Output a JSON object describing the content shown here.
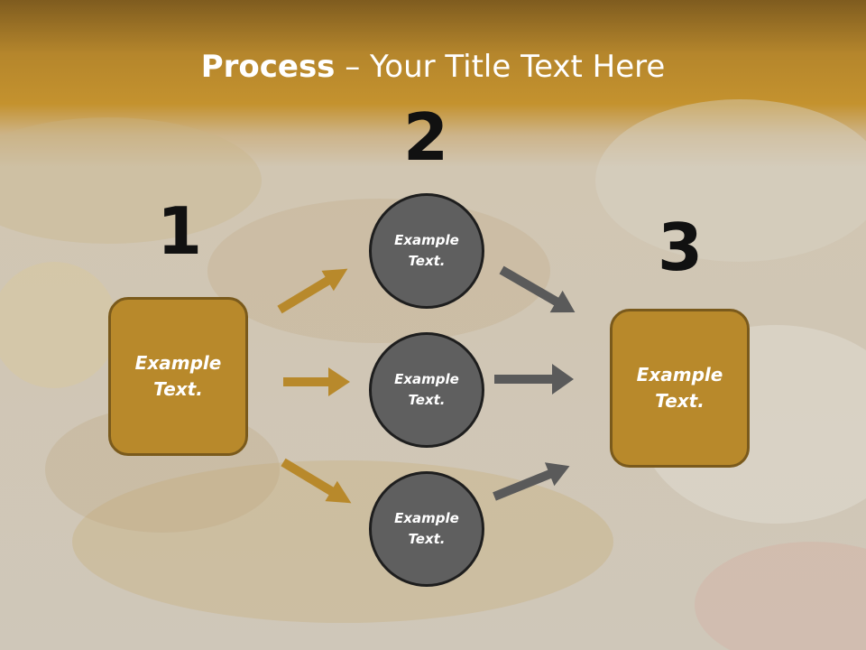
{
  "title": {
    "bold": "Process",
    "rest": " – Your Title Text Here"
  },
  "steps": {
    "n1": "1",
    "n2": "2",
    "n3": "3"
  },
  "boxes": {
    "left": "Example\nText.",
    "right": "Example\nText."
  },
  "circles": {
    "top": "Example\nText.",
    "middle": "Example\nText.",
    "bottom": "Example\nText."
  },
  "colors": {
    "box_fill": "#b8892b",
    "box_border": "#7a5a1c",
    "circle_fill": "#5f5f5f",
    "circle_border": "#1e1e1e",
    "arrow_gold": "#b8892b",
    "arrow_gray": "#5a5a5a"
  },
  "icons": {
    "arrow_shape": "right-arrow-icon"
  }
}
